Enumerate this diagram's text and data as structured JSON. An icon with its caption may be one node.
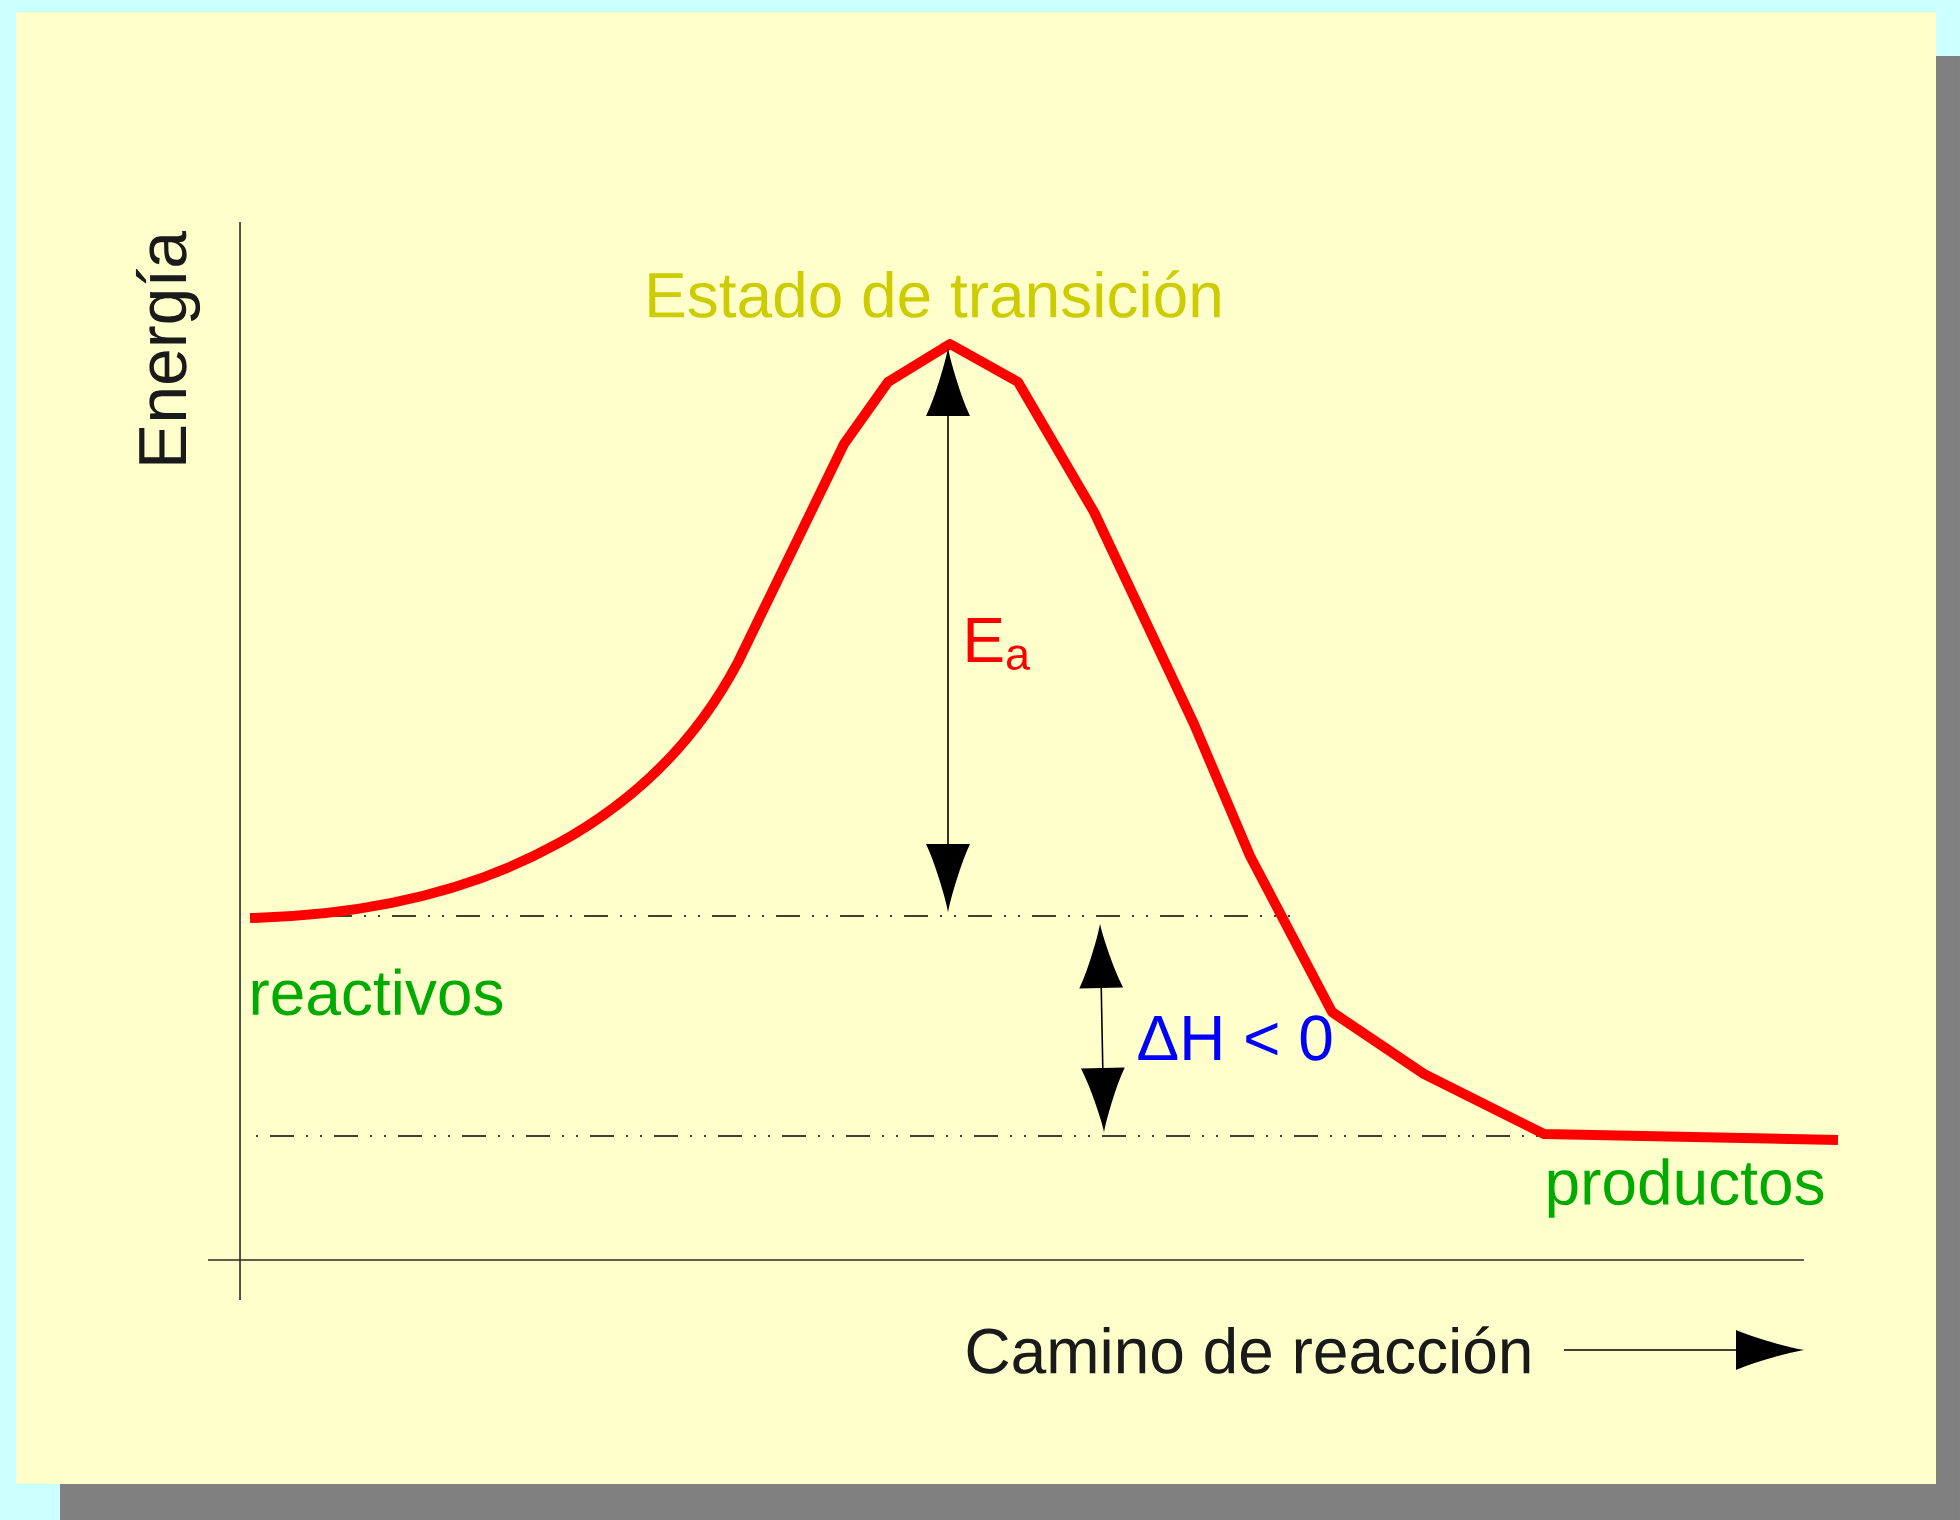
{
  "diagram": {
    "labels": [
      "Energía",
      "Estado de transición",
      "E$_{a}$",
      "reactivos",
      "ΔH < 0",
      "productos",
      "Camino de reacción"
    ]
  }
}
